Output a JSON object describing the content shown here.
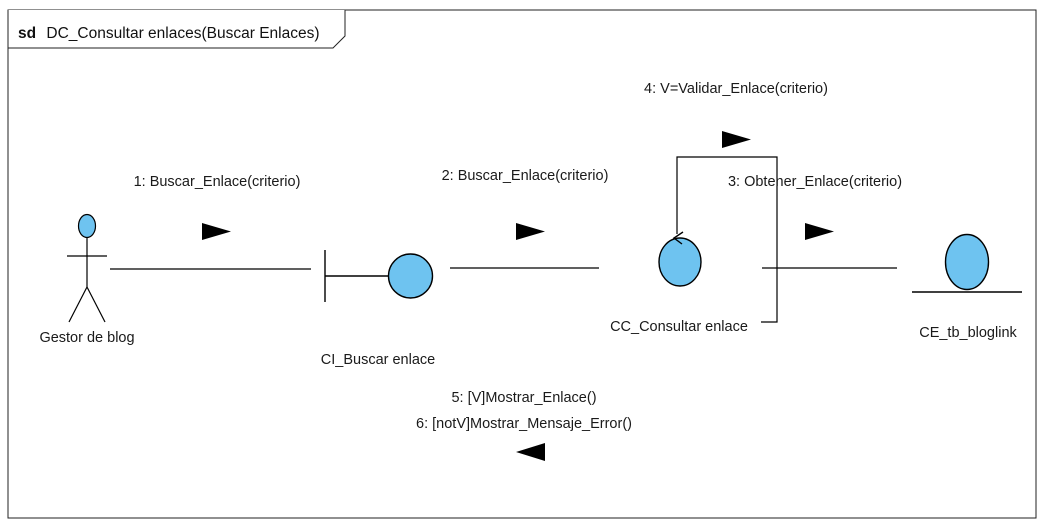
{
  "frame": {
    "keyword": "sd",
    "name": "DC_Consultar enlaces(Buscar Enlaces)"
  },
  "elements": {
    "actor": {
      "name": "Gestor de blog"
    },
    "boundary": {
      "name": "CI_Buscar enlace"
    },
    "control": {
      "name": "CC_Consultar enlace"
    },
    "entity": {
      "name": "CE_tb_bloglink"
    }
  },
  "messages": {
    "m1": "1: Buscar_Enlace(criterio)",
    "m2": "2: Buscar_Enlace(criterio)",
    "m3": "3: Obtener_Enlace(criterio)",
    "m4": "4: V=Validar_Enlace(criterio)",
    "m5": "5: [V]Mostrar_Enlace()",
    "m6": "6: [notV]Mostrar_Mensaje_Error()"
  },
  "colors": {
    "shape_fill": "#6ec3f0",
    "stroke": "#000000",
    "text": "#1a1a1a"
  }
}
